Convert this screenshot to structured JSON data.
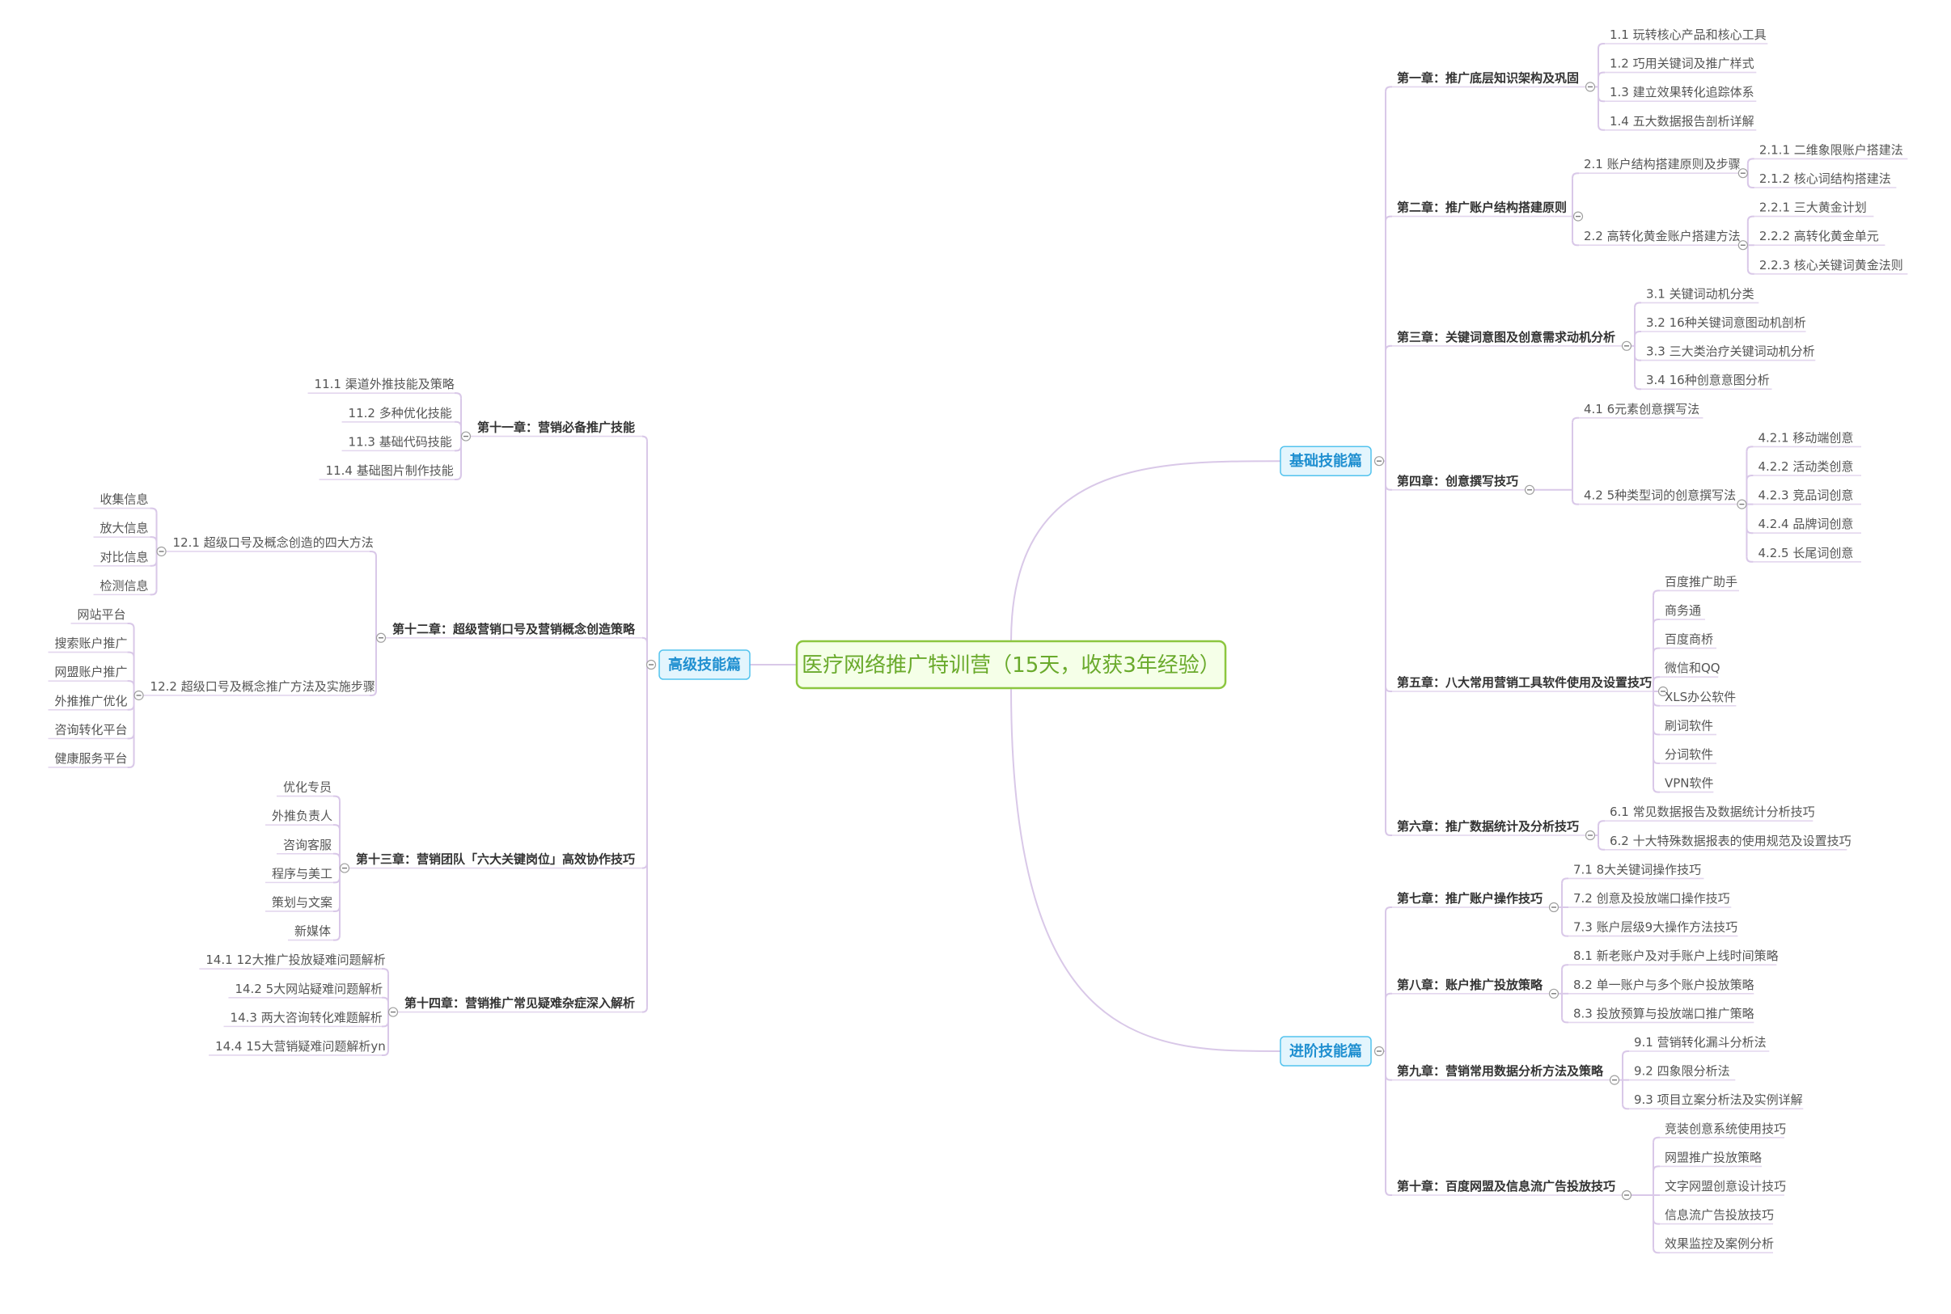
{
  "root": "医疗网络推广特训营（15天，收获3年经验）",
  "colors": {
    "root_border": "#8cc63f",
    "root_text": "#6aaa2c",
    "section_border": "#53c3ee",
    "section_text": "#1f8fd0",
    "connector": "#d9c8e8"
  },
  "sections": [
    {
      "side": "right",
      "title": "基础技能篇",
      "chapters": [
        {
          "title": "第一章：推广底层知识架构及巩固",
          "items": [
            {
              "label": "1.1  玩转核心产品和核心工具"
            },
            {
              "label": "1.2  巧用关键词及推广样式"
            },
            {
              "label": "1.3  建立效果转化追踪体系"
            },
            {
              "label": "1.4  五大数据报告剖析详解"
            }
          ]
        },
        {
          "title": "第二章：推广账户结构搭建原则",
          "items": [
            {
              "label": "2.1 账户结构搭建原则及步骤",
              "children": [
                "2.1.1  二维象限账户搭建法",
                "2.1.2  核心词结构搭建法"
              ]
            },
            {
              "label": "2.2 高转化黄金账户搭建方法",
              "children": [
                "2.2.1  三大黄金计划",
                "2.2.2  高转化黄金单元",
                "2.2.3  核心关键词黄金法则"
              ]
            }
          ]
        },
        {
          "title": "第三章：关键词意图及创意需求动机分析",
          "items": [
            {
              "label": "3.1  关键词动机分类"
            },
            {
              "label": "3.2  16种关键词意图动机剖析"
            },
            {
              "label": "3.3  三大类治疗关键词动机分析"
            },
            {
              "label": "3.4  16种创意意图分析"
            }
          ]
        },
        {
          "title": "第四章：创意撰写技巧",
          "items": [
            {
              "label": "4.1  6元素创意撰写法"
            },
            {
              "label": "4.2  5种类型词的创意撰写法",
              "children": [
                "4.2.1  移动端创意",
                "4.2.2  活动类创意",
                "4.2.3  竞品词创意",
                "4.2.4  品牌词创意",
                "4.2.5  长尾词创意"
              ]
            }
          ]
        },
        {
          "title": "第五章：八大常用营销工具软件使用及设置技巧",
          "items": [
            {
              "label": "百度推广助手"
            },
            {
              "label": "商务通"
            },
            {
              "label": "百度商桥"
            },
            {
              "label": "微信和QQ"
            },
            {
              "label": "XLS办公软件"
            },
            {
              "label": "刷词软件"
            },
            {
              "label": "分词软件"
            },
            {
              "label": "VPN软件"
            }
          ]
        },
        {
          "title": "第六章：推广数据统计及分析技巧",
          "items": [
            {
              "label": "6.1  常见数据报告及数据统计分析技巧"
            },
            {
              "label": "6.2  十大特殊数据报表的使用规范及设置技巧"
            }
          ]
        }
      ]
    },
    {
      "side": "right",
      "title": "进阶技能篇",
      "chapters": [
        {
          "title": "第七章：推广账户操作技巧",
          "items": [
            {
              "label": "7.1  8大关键词操作技巧"
            },
            {
              "label": "7.2  创意及投放端口操作技巧"
            },
            {
              "label": "7.3  账户层级9大操作方法技巧"
            }
          ]
        },
        {
          "title": "第八章：账户推广投放策略",
          "items": [
            {
              "label": "8.1  新老账户及对手账户上线时间策略"
            },
            {
              "label": "8.2  单一账户与多个账户投放策略"
            },
            {
              "label": "8.3  投放预算与投放端口推广策略"
            }
          ]
        },
        {
          "title": "第九章：营销常用数据分析方法及策略",
          "items": [
            {
              "label": "9.1  营销转化漏斗分析法"
            },
            {
              "label": "9.2  四象限分析法"
            },
            {
              "label": "9.3  项目立案分析法及实例详解"
            }
          ]
        },
        {
          "title": "第十章：百度网盟及信息流广告投放技巧",
          "items": [
            {
              "label": "竞装创意系统使用技巧"
            },
            {
              "label": "网盟推广投放策略"
            },
            {
              "label": "文字网盟创意设计技巧"
            },
            {
              "label": "信息流广告投放技巧"
            },
            {
              "label": "效果监控及案例分析"
            }
          ]
        }
      ]
    },
    {
      "side": "left",
      "title": "高级技能篇",
      "chapters": [
        {
          "title": "第十一章：营销必备推广技能",
          "items": [
            {
              "label": "11.1  渠道外推技能及策略"
            },
            {
              "label": "11.2  多种优化技能"
            },
            {
              "label": "11.3  基础代码技能"
            },
            {
              "label": "11.4  基础图片制作技能"
            }
          ]
        },
        {
          "title": "第十二章：超级营销口号及营销概念创造策略",
          "items": [
            {
              "label": "12.1  超级口号及概念创造的四大方法",
              "children": [
                "收集信息",
                "放大信息",
                "对比信息",
                "检测信息"
              ]
            },
            {
              "label": "12.2  超级口号及概念推广方法及实施步骤",
              "children": [
                "网站平台",
                "搜索账户推广",
                "网盟账户推广",
                "外推推广优化",
                "咨询转化平台",
                "健康服务平台"
              ]
            }
          ]
        },
        {
          "title": "第十三章：营销团队「六大关键岗位」高效协作技巧",
          "items": [
            {
              "label": "优化专员"
            },
            {
              "label": "外推负责人"
            },
            {
              "label": "咨询客服"
            },
            {
              "label": "程序与美工"
            },
            {
              "label": "策划与文案"
            },
            {
              "label": "新媒体"
            }
          ]
        },
        {
          "title": "第十四章：营销推广常见疑难杂症深入解析",
          "items": [
            {
              "label": "14.1  12大推广投放疑难问题解析"
            },
            {
              "label": "14.2  5大网站疑难问题解析"
            },
            {
              "label": "14.3  两大咨询转化难题解析"
            },
            {
              "label": "14.4  15大营销疑难问题解析yn"
            }
          ]
        }
      ]
    }
  ]
}
